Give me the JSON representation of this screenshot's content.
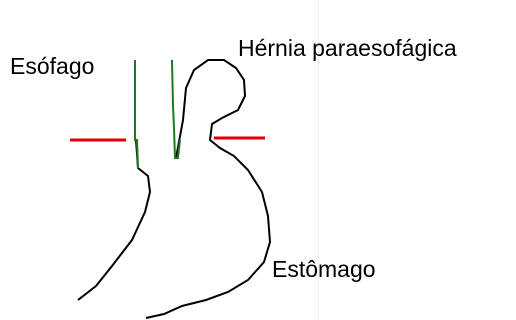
{
  "labels": {
    "esophagus": "Esófago",
    "hernia": "Hérnia paraesofágica",
    "stomach": "Estômago"
  },
  "colors": {
    "outline": "#000000",
    "esophagus_wall": "#1f7a1f",
    "diaphragm": "#e00000",
    "background": "#ffffff"
  }
}
